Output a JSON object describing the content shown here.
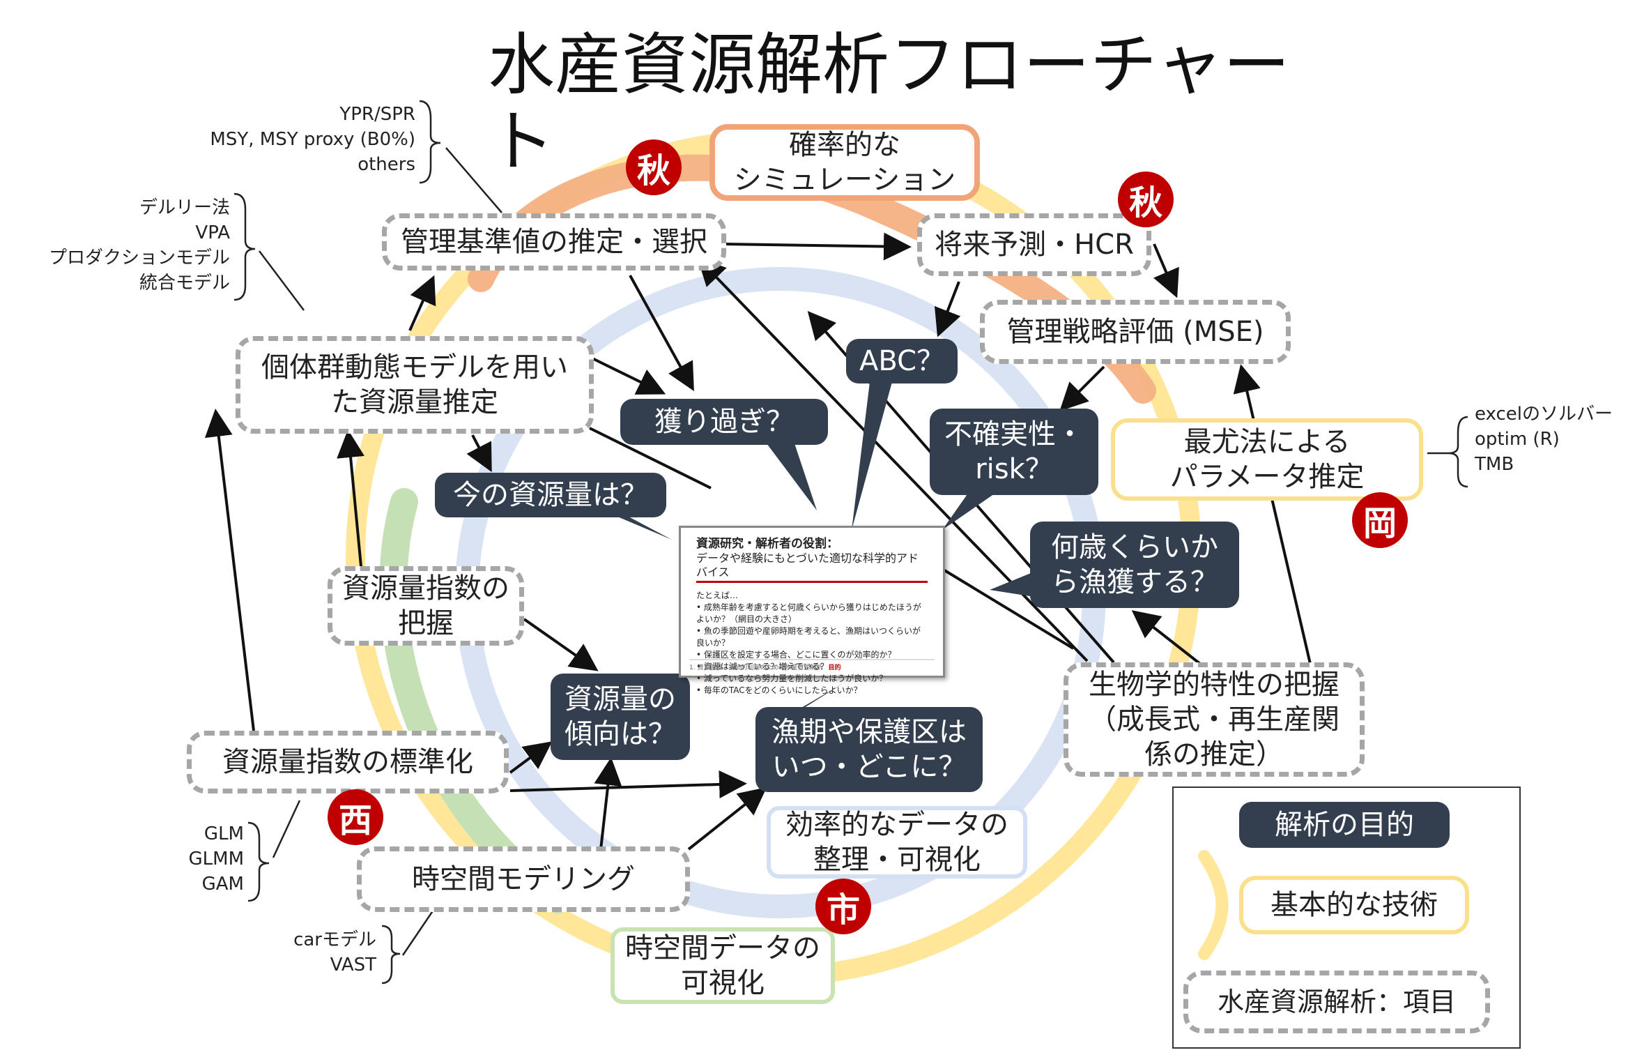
{
  "title": "水産資源解析フローチャート",
  "boxes": {
    "kanri_kijun": "管理基準値の推定・選択",
    "shourai_yosoku": "将来予測・HCR",
    "kanri_senryaku": "管理戦略評価 (MSE)",
    "kotai_gun": "個体群動態モデルを用い\nた資源量推定",
    "shigen_haaku": "資源量指数の\n把握",
    "shigen_hyoujun": "資源量指数の標準化",
    "jikukan_model": "時空間モデリング",
    "seibutsu": "生物学的特性の把握\n（成長式・再生産関\n係の推定）"
  },
  "technique_boxes": {
    "simulation": "確率的な\nシミュレーション",
    "saiyuu": "最尤法による\nパラメータ推定",
    "jikukan_data": "時空間データの\n可視化",
    "kouritsu": "効率的なデータの\n整理・可視化"
  },
  "bubbles": {
    "abc": "ABC？",
    "torisugi": "獲り過ぎ？",
    "ima_shigen": "今の資源量は？",
    "fukakujitsu": "不確実性・\nrisk？",
    "nansai": "何歳くらいか\nら漁獲する？",
    "keikou": "資源量の\n傾向は？",
    "gyoki": "漁期や保護区は\nいつ・どこに？"
  },
  "badges": {
    "aki1": "秋",
    "aki2": "秋",
    "oka": "岡",
    "nishi": "西",
    "ichi": "市"
  },
  "notes": {
    "ypr": "YPR/SPR\nMSY, MSY proxy (B0%)\nothers",
    "delury": "デルリー法\nVPA\nプロダクションモデル\n統合モデル",
    "excel": "excelのソルバー\noptim (R)\nTMB",
    "glm": "GLM\nGLMM\nGAM",
    "car": "carモデル\nVAST"
  },
  "slide": {
    "title": "資源研究・解析者の役割：",
    "subtitle": "データや経験にもとづいた適切な科学的アドバイス",
    "body": "たとえば…\n• 成熟年齢を考慮すると何歳くらいから獲りはじめたほうがよいか？（網目の大きさ）\n• 魚の季節回遊や産卵時期を考えると、漁期はいつくらいが良いか？\n• 保護区を設定する場合、どこに置くのが効率的か？\n• 資源は減っている？増えている？\n• 減っているなら努力量を削減したほうが良いか？\n• 毎年のTACをどのくらいにしたらよいか？",
    "footer": "1. 資源管理・持続的利用のための水産資源解析",
    "footer_tag": "目的"
  },
  "legend": {
    "purpose": "解析の目的",
    "technique": "基本的な技術",
    "item": "水産資源解析：項目"
  },
  "colors": {
    "orange_ring": "#f4b183",
    "yellow_ring": "#ffe699",
    "green_ring": "#c5e0b4",
    "blue_ring": "#dae3f3",
    "bubble": "#333f4f",
    "badge": "#c00000",
    "dashed_border": "#a6a6a6"
  }
}
